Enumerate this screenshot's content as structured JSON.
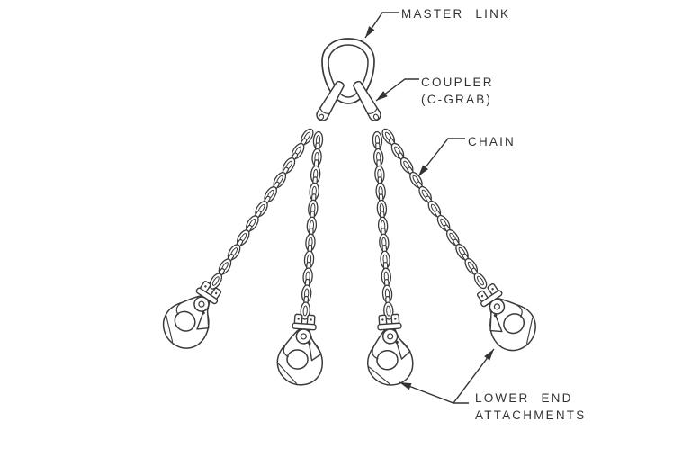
{
  "diagram": {
    "labels": {
      "master_link": "MASTER LINK",
      "coupler": "COUPLER",
      "coupler_sub": "(C-GRAB)",
      "chain": "CHAIN",
      "lower_end_1": "LOWER END",
      "lower_end_2": "ATTACHMENTS"
    },
    "colors": {
      "line": "#3a3a3a",
      "leader": "#333333",
      "text": "#333333",
      "background": "#ffffff"
    }
  }
}
